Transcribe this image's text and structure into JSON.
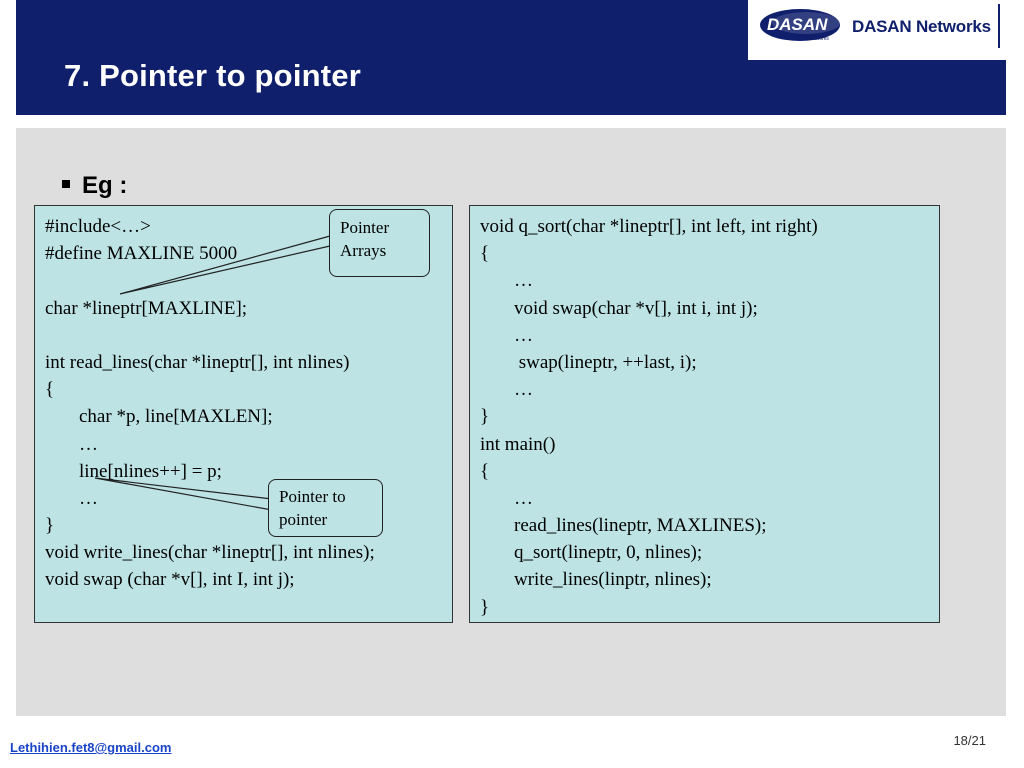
{
  "header": {
    "title": "7. Pointer to pointer",
    "brand_mark": "DASAN",
    "brand_sub": "Networks",
    "brand_name": "DASAN Networks",
    "bg_color": "#0f1f6b"
  },
  "slide": {
    "bullet": "Eg :",
    "left_code": [
      "#include<…>",
      "#define MAXLINE 5000",
      "",
      "char *lineptr[MAXLINE];",
      "",
      "int read_lines(char *lineptr[], int nlines)",
      "{",
      "char *p, line[MAXLEN];",
      "…",
      "line[nlines++] = p;",
      "…",
      "}",
      "void write_lines(char *lineptr[], int nlines);",
      "void swap (char *v[], int I, int j);"
    ],
    "right_code": [
      "void q_sort(char *lineptr[], int left, int right)",
      "{",
      "…",
      "void swap(char *v[], int i, int j);",
      "…",
      " swap(lineptr, ++last, i);",
      "…",
      "}",
      "int main()",
      "{",
      "…",
      "read_lines(lineptr, MAXLINES);",
      "q_sort(lineptr, 0, nlines);",
      "write_lines(linptr, nlines);",
      "}"
    ],
    "callout_arrays": [
      "Pointer",
      "Arrays"
    ],
    "callout_pointer": [
      "Pointer to",
      "pointer"
    ],
    "box_color": "#bde3e4"
  },
  "footer": {
    "email": "Lethihien.fet8@gmail.com",
    "page": "18/21"
  }
}
